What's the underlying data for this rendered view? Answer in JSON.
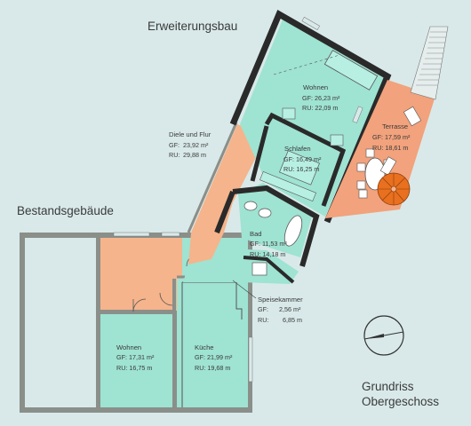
{
  "headings": {
    "extension": "Erweiterungsbau",
    "existing": "Bestandsgebäude",
    "plan_title_line1": "Grundriss",
    "plan_title_line2": "Obergeschoss"
  },
  "rooms": {
    "wohnen_ext": {
      "name": "Wohnen",
      "gf_label": "GF: 26,23 m²",
      "ru_label": "RU: 22,09 m"
    },
    "schlafen": {
      "name": "Schlafen",
      "gf_label": "GF: 16,49 m²",
      "ru_label": "RU: 16,25 m"
    },
    "terrasse": {
      "name": "Terrasse",
      "gf_label": "GF: 17,59 m²",
      "ru_label": "RU: 18,61 m"
    },
    "diele": {
      "name": "Diele und Flur",
      "gf_key": "GF:",
      "gf_value": "23,92 m²",
      "ru_key": "RU:",
      "ru_value": "29,88 m"
    },
    "bad": {
      "name": "Bad",
      "gf_label": "GF: 11,53 m²",
      "ru_label": "RU: 14,18 m"
    },
    "speisekammer": {
      "name": "Speisekammer",
      "gf_key": "GF:",
      "gf_value": "2,56 m²",
      "ru_key": "RU:",
      "ru_value": "6,85 m"
    },
    "wohnen_old": {
      "name": "Wohnen",
      "gf_label": "GF: 17,31 m²",
      "ru_label": "RU: 16,75 m"
    },
    "kueche": {
      "name": "Küche",
      "gf_label": "GF: 21,99 m²",
      "ru_label": "RU: 19,68 m"
    }
  },
  "colors": {
    "background": "#d9e9e9",
    "room_turquoise": "#9fe3d2",
    "room_orange": "#f5b48c",
    "terrace": "#f2a27c",
    "wall_dark": "#2a2a2a",
    "wall_grey": "#8a8f8a",
    "stair_orange": "#e8701e"
  },
  "icons": {
    "north_arrow": "compass-icon"
  }
}
